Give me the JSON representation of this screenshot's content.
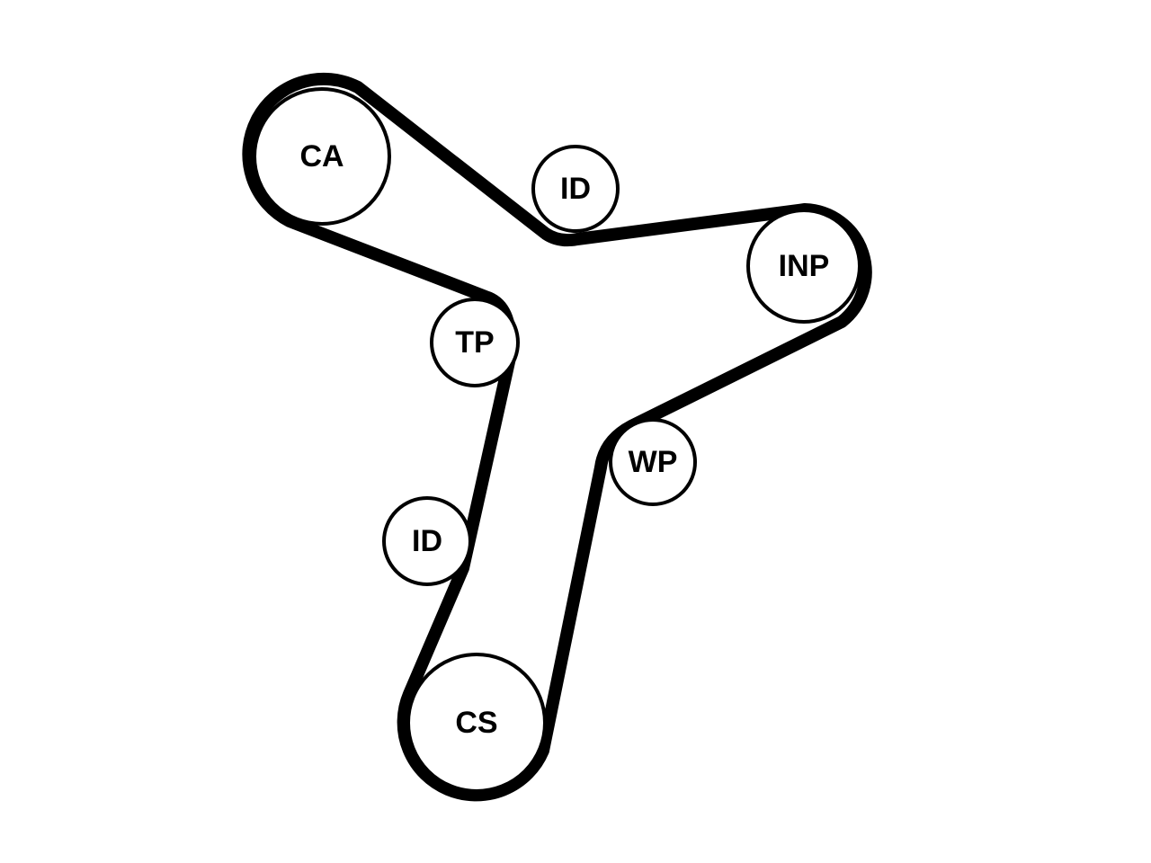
{
  "diagram": {
    "belt": {
      "color": "#000000"
    },
    "pulleys": [
      {
        "id": "ca",
        "label": "CA",
        "role": "camshaft-pulley"
      },
      {
        "id": "id1",
        "label": "ID",
        "role": "idler-pulley"
      },
      {
        "id": "inp",
        "label": "INP",
        "role": "injection-pump-pulley"
      },
      {
        "id": "tp",
        "label": "TP",
        "role": "tensioner-pulley"
      },
      {
        "id": "wp",
        "label": "WP",
        "role": "water-pump-pulley"
      },
      {
        "id": "id2",
        "label": "ID",
        "role": "idler-pulley"
      },
      {
        "id": "cs",
        "label": "CS",
        "role": "crankshaft-pulley"
      }
    ]
  }
}
